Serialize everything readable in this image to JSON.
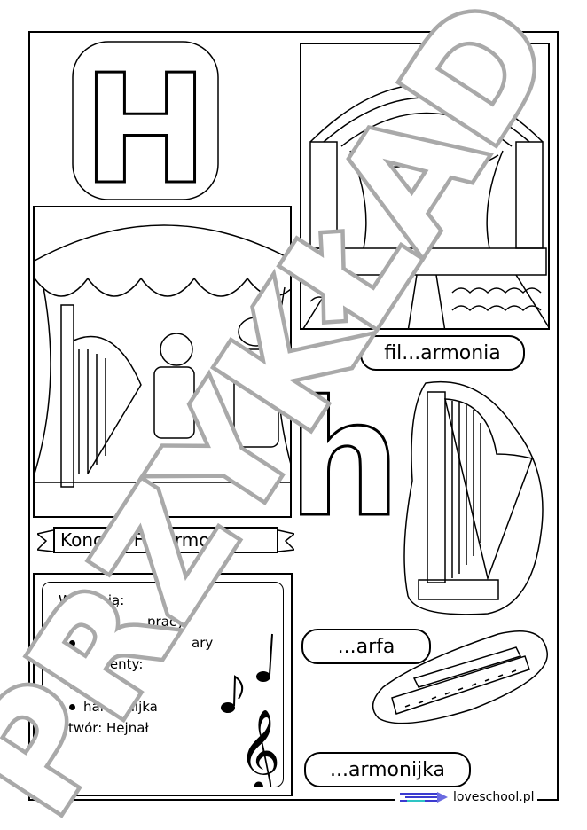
{
  "big_letter_upper": "H",
  "big_letter_lower": "h",
  "labels": {
    "filharmonia": "fil...armonia",
    "harfa": "...arfa",
    "harmonijka": "...armonijka"
  },
  "banner_title": "Koncert Filharmonii",
  "info": {
    "performers_heading": "Wystąpią:",
    "performers": [
      "pracy",
      "ary"
    ],
    "instruments_heading": "Instrumenty:",
    "instruments": [
      "harfa",
      "harmonijka"
    ],
    "piece": "Utwór: Hejnał"
  },
  "watermark": "PRZYKŁAD",
  "brand": "loveschool.pl",
  "colors": {
    "watermark": "#a9a9a9",
    "brand_blue": "#3b3bd0",
    "brand_teal": "#2ec4c4"
  }
}
